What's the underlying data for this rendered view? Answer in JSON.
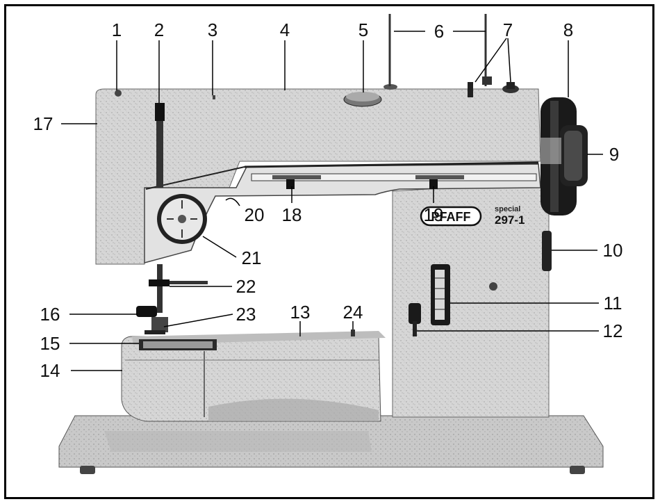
{
  "brand": {
    "logo": "PFAFF",
    "model_label": "special",
    "model_number": "297-1"
  },
  "callouts": [
    "1",
    "2",
    "3",
    "4",
    "5",
    "6",
    "7",
    "8",
    "9",
    "10",
    "11",
    "12",
    "13",
    "14",
    "15",
    "16",
    "17",
    "18",
    "19",
    "20",
    "21",
    "22",
    "23",
    "24"
  ],
  "colors": {
    "body": "#d4d4d4",
    "base": "#c8c8c8",
    "dark": "#1a1a1a",
    "line": "#000000"
  }
}
